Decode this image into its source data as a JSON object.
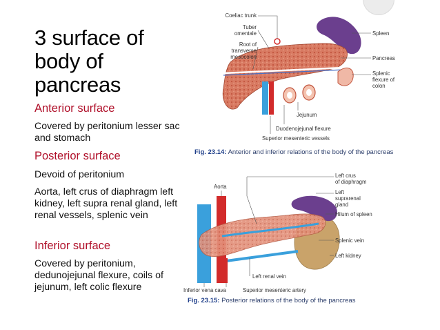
{
  "title_line1": "3 surface of",
  "title_line2": "body of",
  "title_line3": "pancreas",
  "sections": [
    {
      "heading": "Anterior surface",
      "text": [
        "Covered by peritonium lesser sac and stomach"
      ]
    },
    {
      "heading": "Posterior surface",
      "text": [
        "Devoid of peritonium",
        "Aorta, left crus of diaphragm left kidney, left supra renal gland, left renal vessels, splenic vein"
      ]
    },
    {
      "heading": "Inferior surface",
      "text": [
        "Covered by peritonium, dedunojejunal flexure, coils of jejunum, left colic flexure"
      ]
    }
  ],
  "figure1": {
    "labels": {
      "coeliac": "Coeliac trunk",
      "tuber1": "Tuber",
      "tuber2": "omentale",
      "root1": "Root of",
      "root2": "transverse",
      "root3": "mesocolon",
      "spleen": "Spleen",
      "pancreas": "Pancreas",
      "splenic1": "Splenic",
      "splenic2": "flexure of",
      "splenic3": "colon",
      "jejunum": "Jejunum",
      "duod": "Duodenojejunal flexure",
      "sup": "Superior mesenteric vessels"
    },
    "caption_num": "Fig. 23.14:",
    "caption_text": "Anterior and inferior relations of the body of the pancreas"
  },
  "figure2": {
    "labels": {
      "aorta": "Aorta",
      "crus1": "Left crus",
      "crus2": "of diaphragm",
      "supra1": "Left",
      "supra2": "suprarenal",
      "supra3": "gland",
      "hilum": "Hilum of spleen",
      "splenicvein": "Splenic vein",
      "kidney": "Left kidney",
      "renal": "Left renal vein",
      "ivc": "Inferior vena cava",
      "sma": "Superior mesenteric artery"
    },
    "caption_num": "Fig. 23.15:",
    "caption_text": "Posterior relations of the body of the pancreas"
  },
  "colors": {
    "heading": "#b0102a",
    "caption": "#1f3f8a",
    "pancreas": "#d9735a",
    "spleen": "#6b3f8e",
    "aorta": "#d22b2b",
    "vein": "#3aa0dc"
  }
}
